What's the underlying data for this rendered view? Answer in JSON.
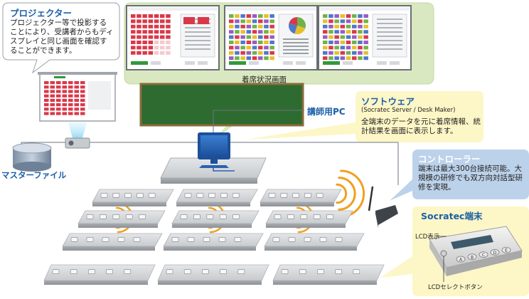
{
  "callouts": {
    "projector": {
      "title": "プロジェクター",
      "body": "プロジェクター等で投影することにより、受講者からもディスプレイと同じ画面を確認することができます。"
    },
    "software": {
      "title": "ソフトウェア",
      "subtitle": "(Socratec Server / Desk Maker)",
      "body": "全端末のデータを元に着席情報、統計結果を画面に表示します。"
    },
    "controller": {
      "title": "コントローラー",
      "body": "端末は最大300台接続可能。大規模の研修でも双方向対話型研修を実現。"
    },
    "terminal": {
      "title": "Socratec端末",
      "lcd_label": "LCD表示",
      "button_label": "LCDセレクトボタン",
      "keys": [
        "A",
        "B",
        "C",
        "D",
        "E"
      ]
    }
  },
  "labels": {
    "seating_screen": "着席状況画面",
    "instructor_pc": "講師用PC",
    "master_file": "マスターファイル"
  },
  "colors": {
    "title_blue": "#1a5fa8",
    "callout_yellow": "#fdf6c6",
    "callout_blue": "#bcd2ea",
    "green_panel": "#d9e8c0",
    "board_green": "#2e6b30",
    "seat_red": "#d9384a",
    "wave_orange": "#f0a020"
  }
}
